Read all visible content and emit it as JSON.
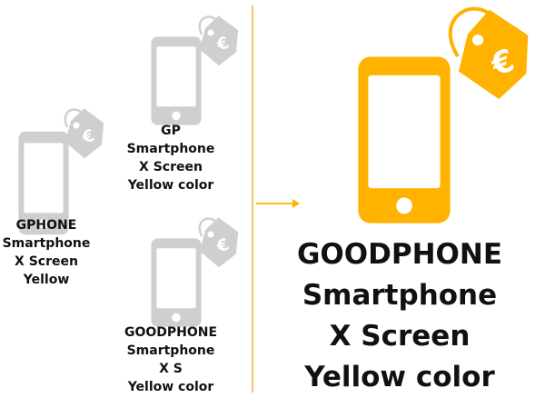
{
  "colors": {
    "grey_icon": "#cfcfcf",
    "highlight_icon": "#ffb300",
    "divider": "#f6c76a",
    "text": "#111111"
  },
  "icons": {
    "phone": "smartphone-icon",
    "tag": "price-tag-icon",
    "currency": "euro-icon",
    "arrow": "arrow-right-icon"
  },
  "variants": [
    {
      "lines": [
        "GPHONE",
        "Smartphone",
        "X Screen",
        "Yellow"
      ]
    },
    {
      "lines": [
        "GP",
        "Smartphone",
        "X Screen",
        "Yellow color"
      ]
    },
    {
      "lines": [
        "GOODPHONE",
        "Smartphone",
        "X S",
        "Yellow color"
      ]
    }
  ],
  "result": {
    "lines": [
      "GOODPHONE",
      "Smartphone",
      "X Screen",
      "Yellow color"
    ]
  }
}
